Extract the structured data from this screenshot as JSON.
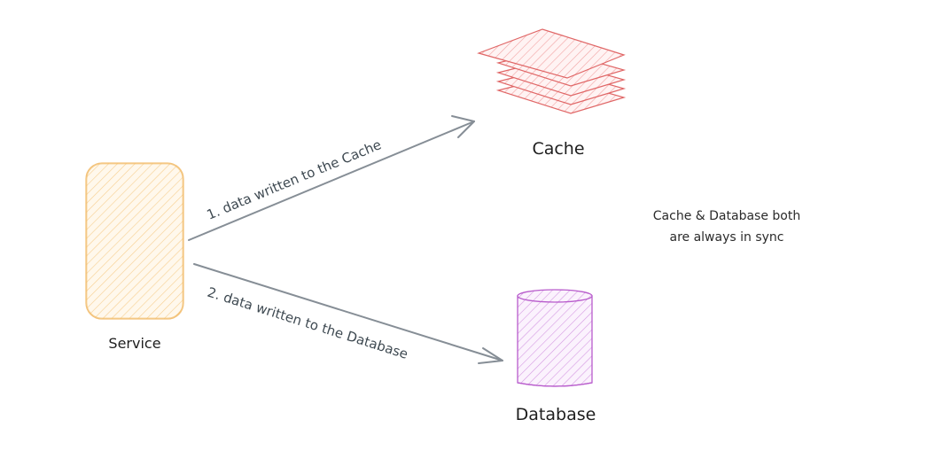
{
  "nodes": {
    "service": {
      "label": "Service",
      "color": "#f0b558",
      "fill": "#ffe8c2"
    },
    "cache": {
      "label": "Cache",
      "color": "#e06767",
      "fill": "#ffd4d4"
    },
    "database": {
      "label": "Database",
      "color": "#b85ccc",
      "fill": "#eccdf4"
    }
  },
  "edges": [
    {
      "from": "service",
      "to": "cache",
      "label": "1. data written to the Cache"
    },
    {
      "from": "service",
      "to": "database",
      "label": "2. data written to the Database"
    }
  ],
  "note": {
    "line1": "Cache & Database both",
    "line2": "are always in sync"
  },
  "colors": {
    "arrow": "#868e96"
  }
}
